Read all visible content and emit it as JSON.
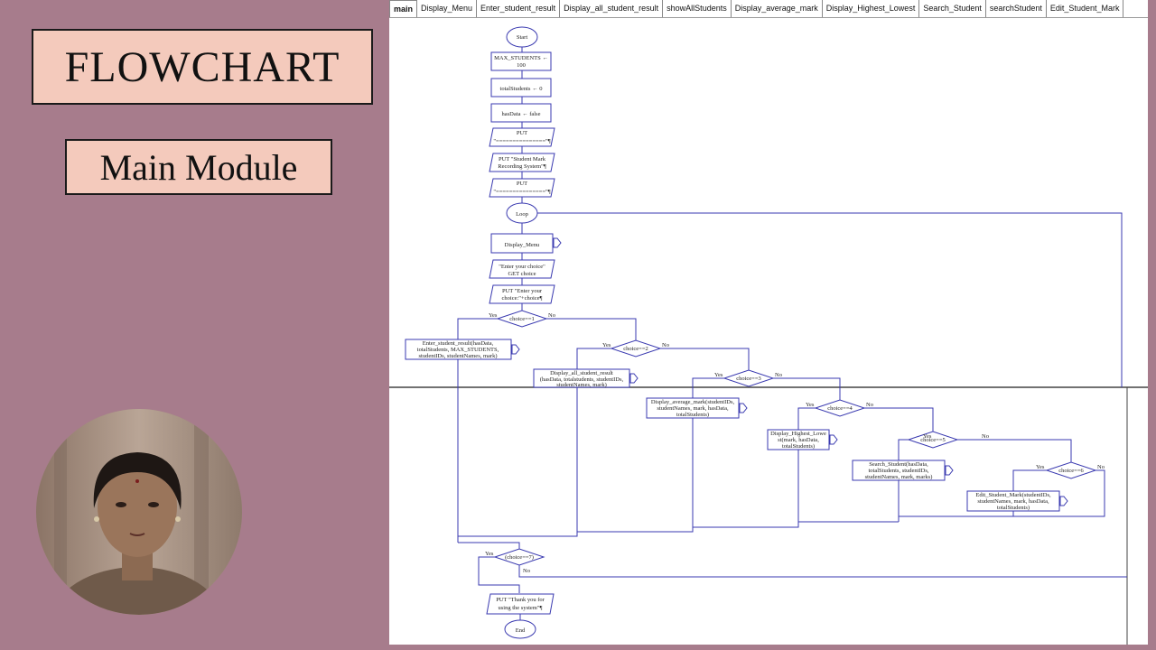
{
  "slide": {
    "title": "FLOWCHART",
    "subtitle": "Main Module"
  },
  "tabs": [
    "main",
    "Display_Menu",
    "Enter_student_result",
    "Display_all_student_result",
    "showAllStudents",
    "Display_average_mark",
    "Display_Highest_Lowest",
    "Search_Student",
    "searchStudent",
    "Edit_Student_Mark"
  ],
  "flow": {
    "start": "Start",
    "max_students_1": "MAX_STUDENTS ←",
    "max_students_2": "100",
    "total_students": "totalStudents ← 0",
    "has_data": "hasData ← false",
    "put1_a": "PUT",
    "put1_b": "\"===============\"¶",
    "put_title_1": "PUT \"Student Mark",
    "put_title_2": "Recording System\"¶",
    "put2_a": "PUT",
    "put2_b": "\"===============\"¶",
    "loop": "Loop",
    "display_menu": "Display_Menu",
    "enter_choice_1": "\"Enter your choice\"",
    "enter_choice_2": "GET choice",
    "put_choice_1": "PUT \"Enter your",
    "put_choice_2": "choice:\"+choice¶",
    "cond1": "choice==1",
    "call1_1": "Enter_student_result(hasData,",
    "call1_2": "totalStudents, MAX_STUDENTS,",
    "call1_3": "studentIDs, studentNames, mark)",
    "cond2": "choice==2",
    "call2_1": "Display_all_student_result",
    "call2_2": "(hasData, totalstudents, studentIDs,",
    "call2_3": "studentNames, mark)",
    "cond3": "choice==3",
    "call3_1": "Display_average_mark(studentIDs,",
    "call3_2": "studentNames, mark, hasData,",
    "call3_3": "totalStudents)",
    "cond4": "choice==4",
    "call4_1": "Display_Highest_Lowe",
    "call4_2": "st(mark, hasData,",
    "call4_3": "totalStudents)",
    "cond5": "choice==5",
    "call5_1": "Search_Student(hasData,",
    "call5_2": "totalStudents, studentIDs,",
    "call5_3": "studentNames, mark, marks)",
    "cond6": "choice==6",
    "call6_1": "Edit_Student_Mark(studentIDs,",
    "call6_2": "studentNames, mark, hasData,",
    "call6_3": "totalStudents)",
    "cond7": "(choice==7)",
    "put_end_1": "PUT \"Thank you for",
    "put_end_2": "using the system\"¶",
    "end": "End",
    "yes": "Yes",
    "no": "No"
  },
  "colors": {
    "background": "#a77c8c",
    "title_box": "#f4cabc",
    "flow_line": "#3a3ab0"
  }
}
